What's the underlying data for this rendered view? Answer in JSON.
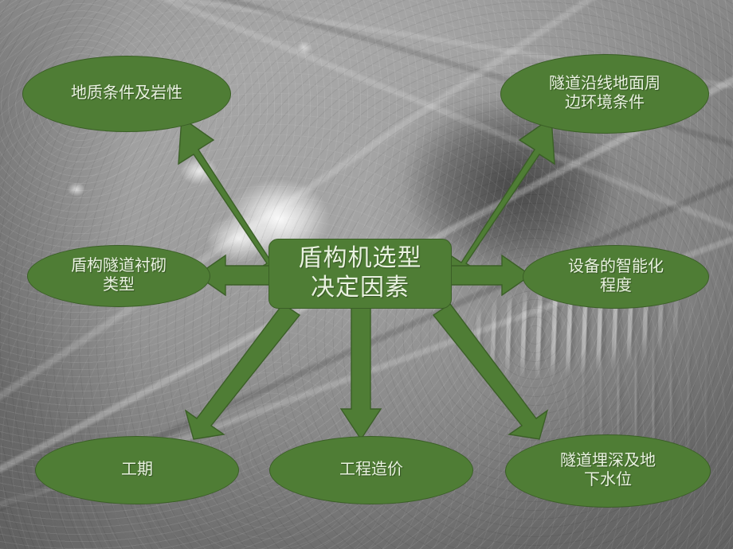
{
  "slide": {
    "title": "盾构机选型决定因素",
    "background": {
      "description": "tunnel-interior-photo",
      "tone": "grayscale"
    },
    "colors": {
      "shape_fill": "#4f7d35",
      "shape_border": "#3b5f27",
      "text": "#e9f2e0",
      "background_base": "#9a9a9a"
    }
  },
  "center": {
    "label": "盾构机选型\n决定因素"
  },
  "nodes": [
    {
      "id": "geology",
      "label": "地质条件及岩性",
      "position": "top-left"
    },
    {
      "id": "surroundings",
      "label": "隧道沿线地面周\n边环境条件",
      "position": "top-right"
    },
    {
      "id": "lining",
      "label": "盾构隧道衬砌\n类型",
      "position": "left"
    },
    {
      "id": "intelligence",
      "label": "设备的智能化\n程度",
      "position": "right"
    },
    {
      "id": "duration",
      "label": "工期",
      "position": "bottom-left"
    },
    {
      "id": "cost",
      "label": "工程造价",
      "position": "bottom-center"
    },
    {
      "id": "depth",
      "label": "隧道埋深及地\n下水位",
      "position": "bottom-right"
    }
  ],
  "arrows": [
    {
      "id": "arrow-to-geology",
      "from": "center",
      "to": "geology",
      "direction": "up-left"
    },
    {
      "id": "arrow-to-surroundings",
      "from": "center",
      "to": "surroundings",
      "direction": "up-right"
    },
    {
      "id": "arrow-to-lining",
      "from": "center",
      "to": "lining",
      "direction": "left"
    },
    {
      "id": "arrow-to-intelligence",
      "from": "center",
      "to": "intelligence",
      "direction": "right"
    },
    {
      "id": "arrow-to-duration",
      "from": "center",
      "to": "duration",
      "direction": "down-left"
    },
    {
      "id": "arrow-to-cost",
      "from": "center",
      "to": "cost",
      "direction": "down"
    },
    {
      "id": "arrow-to-depth",
      "from": "center",
      "to": "depth",
      "direction": "down-right"
    }
  ]
}
